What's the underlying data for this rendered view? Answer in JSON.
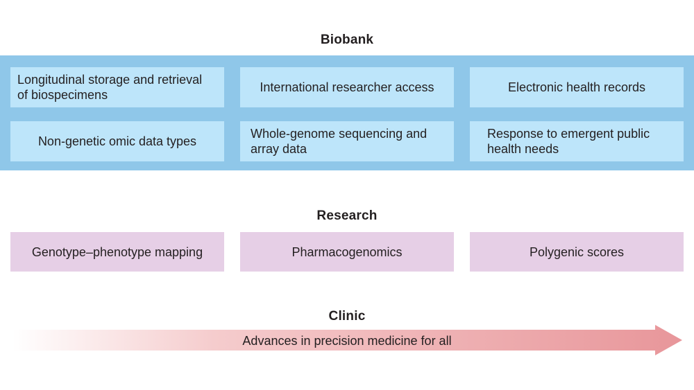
{
  "biobank": {
    "title": "Biobank",
    "items": [
      [
        "Longitudinal storage and retrieval",
        "of biospecimens"
      ],
      [
        "International researcher access"
      ],
      [
        "Electronic health records"
      ],
      [
        "Non-genetic omic data types"
      ],
      [
        "Whole-genome sequencing and",
        "array data"
      ],
      [
        "Response to emergent public",
        "health needs"
      ]
    ]
  },
  "research": {
    "title": "Research",
    "items": [
      "Genotype–phenotype mapping",
      "Pharmacogenomics",
      "Polygenic scores"
    ]
  },
  "clinic": {
    "title": "Clinic",
    "arrow_label": "Advances in precision medicine for all"
  },
  "colors": {
    "biobank_panel": "#8fc7e9",
    "biobank_box": "#bde5fa",
    "research_box": "#e6cfe6",
    "arrow_start": "#ffffff",
    "arrow_end": "#e8969a"
  }
}
